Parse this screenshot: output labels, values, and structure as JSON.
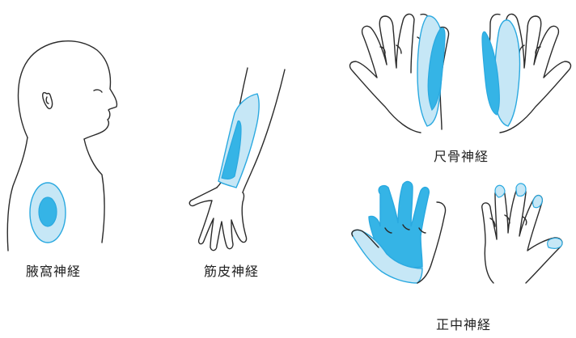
{
  "labels": {
    "axillary": "腋窩神経",
    "musculocutaneous": "筋皮神経",
    "ulnar": "尺骨神経",
    "median": "正中神経"
  },
  "colors": {
    "light_zone": "#c6e7f6",
    "dark_zone": "#35b4e6",
    "zone_outline": "#2aa9e0",
    "line": "#2b2b2b"
  }
}
